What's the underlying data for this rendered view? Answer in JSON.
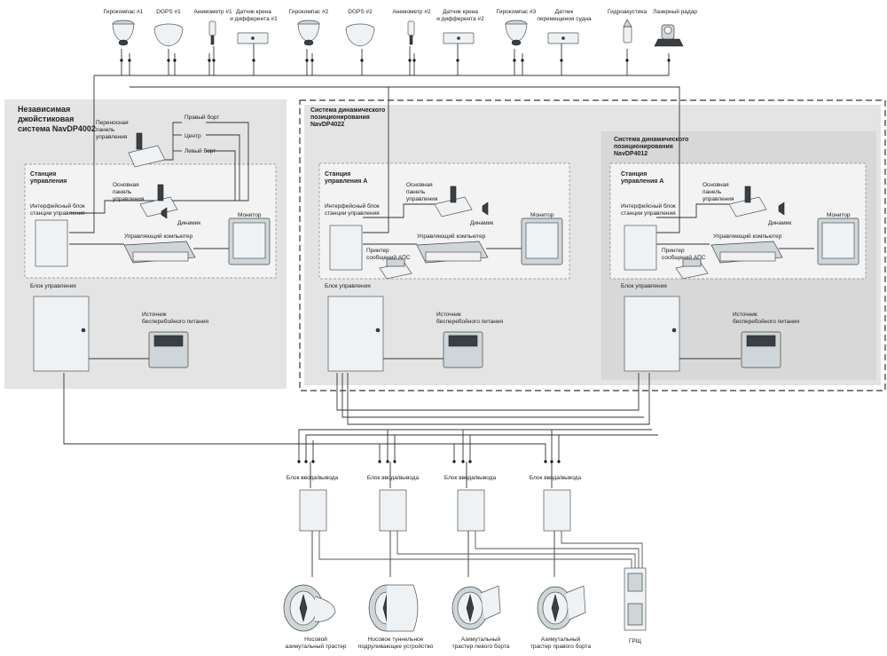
{
  "sensors": [
    "Гирокомпас #1",
    "DGPS #1",
    "Анемометр #1",
    "Датчик крена",
    "и дифферента #1",
    "Гирокомпас #2",
    "DGPS #2",
    "Анемометр #2",
    "Датчик крена",
    "и дифферента #2",
    "Гирокомпас #3",
    "Датчик",
    "перемещения судна",
    "Гидроакустика",
    "Лазерный радар"
  ],
  "left_system": {
    "title": [
      "Независимая",
      "джойстиковая",
      "система NavDP4002"
    ],
    "portable": [
      "Переносная",
      "панель",
      "управления"
    ],
    "sides": [
      "Правый борт",
      "Центр",
      "Левый борт"
    ],
    "station": [
      "Станция",
      "управления"
    ],
    "main_panel": [
      "Основная",
      "панель",
      "управления"
    ],
    "interface": [
      "Интерфейсный блок",
      "станции управления"
    ],
    "speaker": "Динамик",
    "monitor": "Монитор",
    "computer": "Управляющий компьютер",
    "control_unit": "Блок управления",
    "ups": [
      "Источник",
      "бесперебойного питания"
    ]
  },
  "mid_system": {
    "title": [
      "Система динамического",
      "позиционирования",
      "NavDP4022"
    ],
    "station": [
      "Станция",
      "управления А"
    ],
    "main_panel": [
      "Основная",
      "панель",
      "управления"
    ],
    "interface": [
      "Интерфейсный блок",
      "станции управления"
    ],
    "speaker": "Динамик",
    "monitor": "Монитор",
    "computer": "Управляющий компьютер",
    "printer": [
      "Принтер",
      "сообщений АПС"
    ],
    "control_unit": "Блок управления",
    "ups": [
      "Источник",
      "бесперебойного питания"
    ]
  },
  "right_system": {
    "title": [
      "Система динамического",
      "позиционирования",
      "NavDP4012"
    ],
    "station": [
      "Станция",
      "управления А"
    ],
    "main_panel": [
      "Основная",
      "панель",
      "управления"
    ],
    "interface": [
      "Интерфейсный блок",
      "станции управления"
    ],
    "speaker": "Динамик",
    "monitor": "Монитор",
    "computer": "Управляющий компьютер",
    "printer": [
      "Принтер",
      "сообщений АПС"
    ],
    "control_unit": "Блок управления",
    "ups": [
      "Источник",
      "бесперебойного питания"
    ]
  },
  "io_units": [
    "Блок ввода/вывода",
    "Блок ввода/вывода",
    "Блок ввода/вывода",
    "Блок ввода/вывода"
  ],
  "thrusters": [
    [
      "Носовой",
      "азимутальный трастер"
    ],
    [
      "Носовое туннельное",
      "подруливающее устройство"
    ],
    [
      "Азимутальный",
      "трастер левого борта"
    ],
    [
      "Азимутальный",
      "трастер правого борта"
    ]
  ],
  "switchboard": "ГРЩ",
  "colors": {
    "panel": "#e4e4e4",
    "station": "#f3f3f3",
    "wire": "#333333"
  }
}
